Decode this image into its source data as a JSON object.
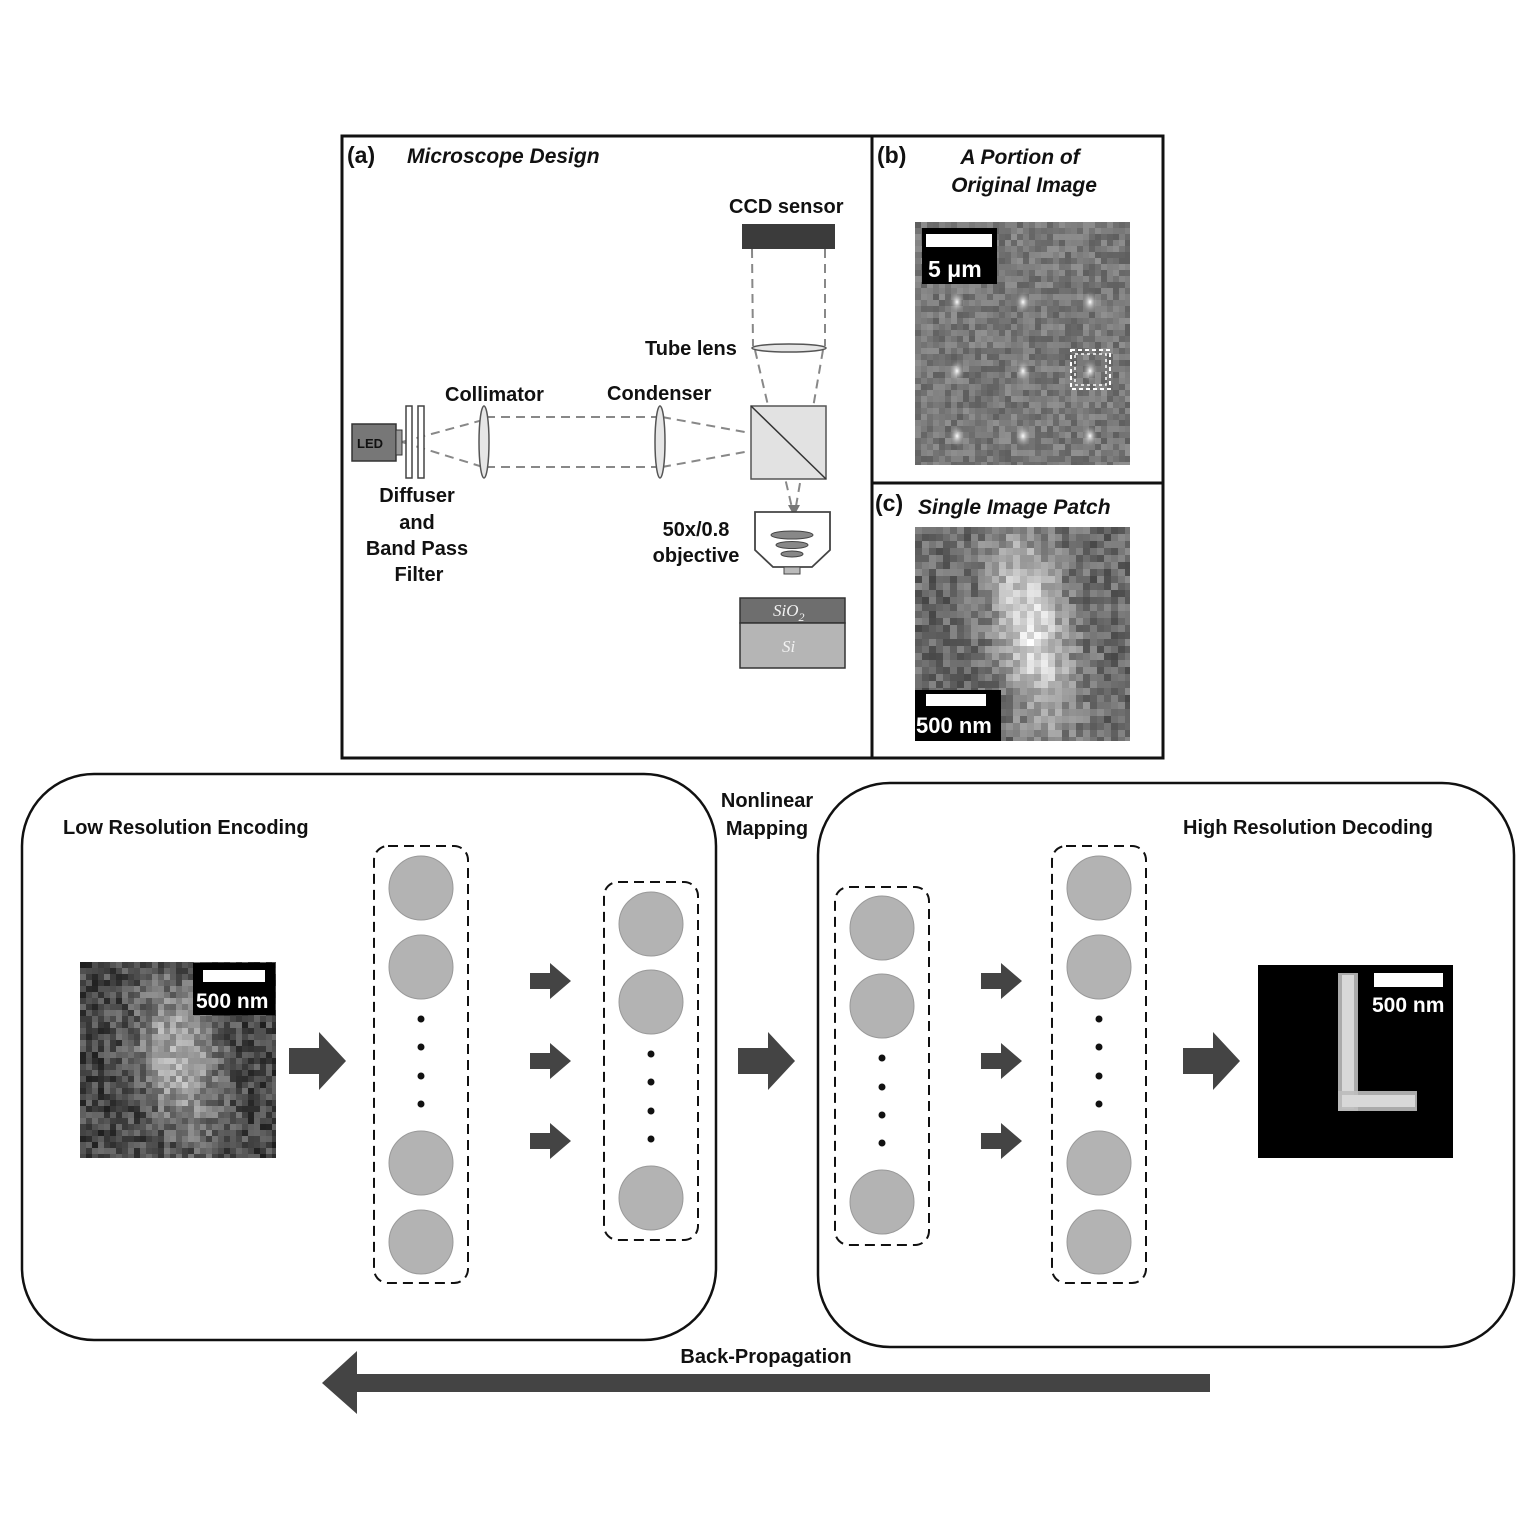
{
  "panel_a": {
    "tag": "(a)",
    "title": "Microscope Design",
    "labels": {
      "ccd": "CCD sensor",
      "tube_lens": "Tube lens",
      "collimator": "Collimator",
      "condenser": "Condenser",
      "led": "LED",
      "diffuser_1": "Diffuser",
      "diffuser_2": "and",
      "diffuser_3": "Band Pass",
      "diffuser_4": "Filter",
      "objective_1": "50x/0.8",
      "objective_2": "objective",
      "sio2": "SiO",
      "sio2_sub": "2",
      "si": "Si"
    }
  },
  "panel_b": {
    "tag": "(b)",
    "title_1": "A Portion of",
    "title_2": "Original Image",
    "scalebar": "5 μm"
  },
  "panel_c": {
    "tag": "(c)",
    "title": "Single Image Patch",
    "scalebar": "500 nm"
  },
  "network": {
    "encoding_title": "Low Resolution Encoding",
    "mapping_title_1": "Nonlinear",
    "mapping_title_2": "Mapping",
    "decoding_title": "High Resolution Decoding",
    "input_scalebar": "500 nm",
    "output_scalebar": "500 nm",
    "backprop": "Back-Propagation"
  },
  "colors": {
    "node_fill": "#b3b3b3",
    "arrow": "#444444",
    "frame": "#111111"
  }
}
